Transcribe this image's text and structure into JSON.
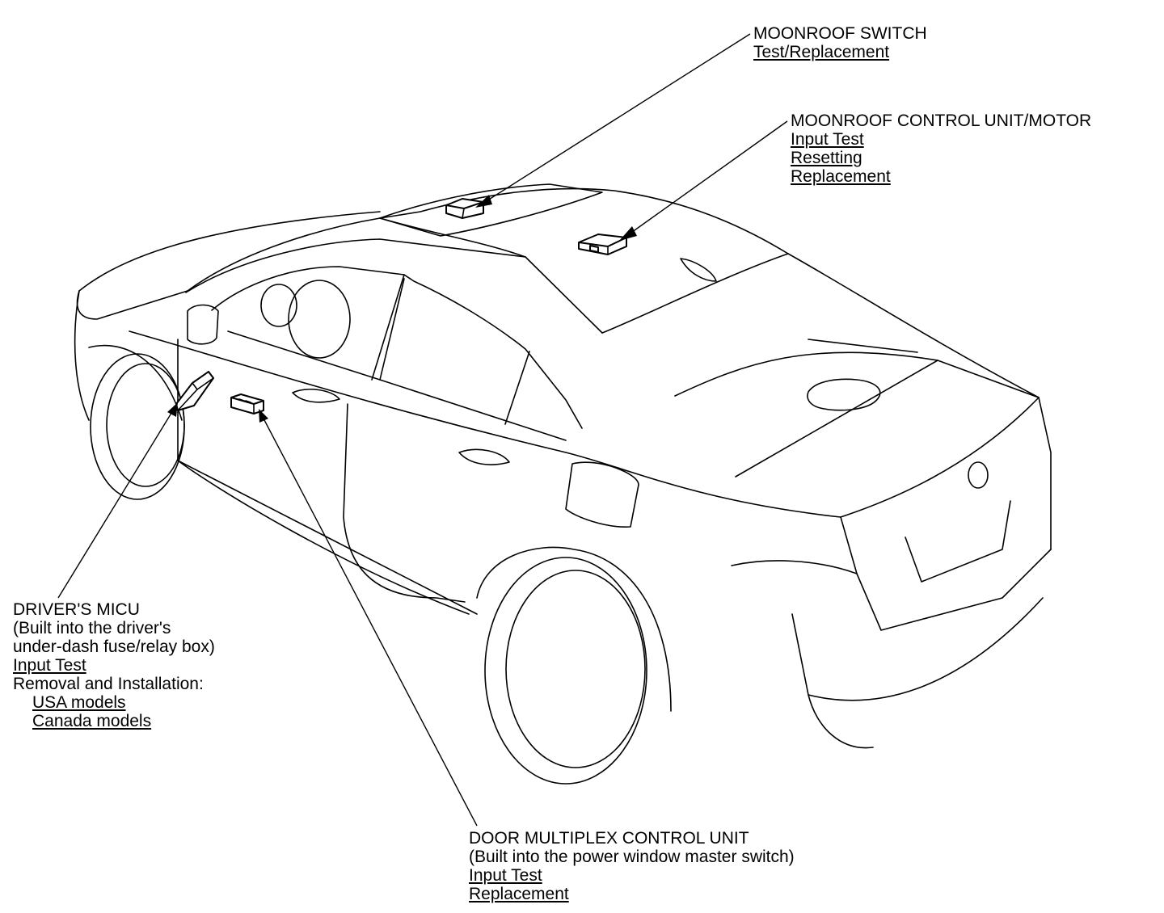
{
  "callouts": {
    "moonroof_switch": {
      "title": "MOONROOF SWITCH",
      "links": [
        "Test/Replacement"
      ]
    },
    "moonroof_control": {
      "title": "MOONROOF CONTROL UNIT/MOTOR",
      "links": [
        "Input Test",
        "Resetting",
        "Replacement"
      ]
    },
    "drivers_micu": {
      "title": "DRIVER'S MICU",
      "notes": [
        "(Built into the driver's",
        "under-dash fuse/relay box)"
      ],
      "links": [
        "Input Test"
      ],
      "section": "Removal and Installation:",
      "sub_links": [
        "USA models",
        "Canada models"
      ]
    },
    "door_multiplex": {
      "title": "DOOR MULTIPLEX CONTROL UNIT",
      "notes": [
        "(Built into the power window master switch)"
      ],
      "links": [
        "Input Test",
        "Replacement"
      ]
    }
  }
}
